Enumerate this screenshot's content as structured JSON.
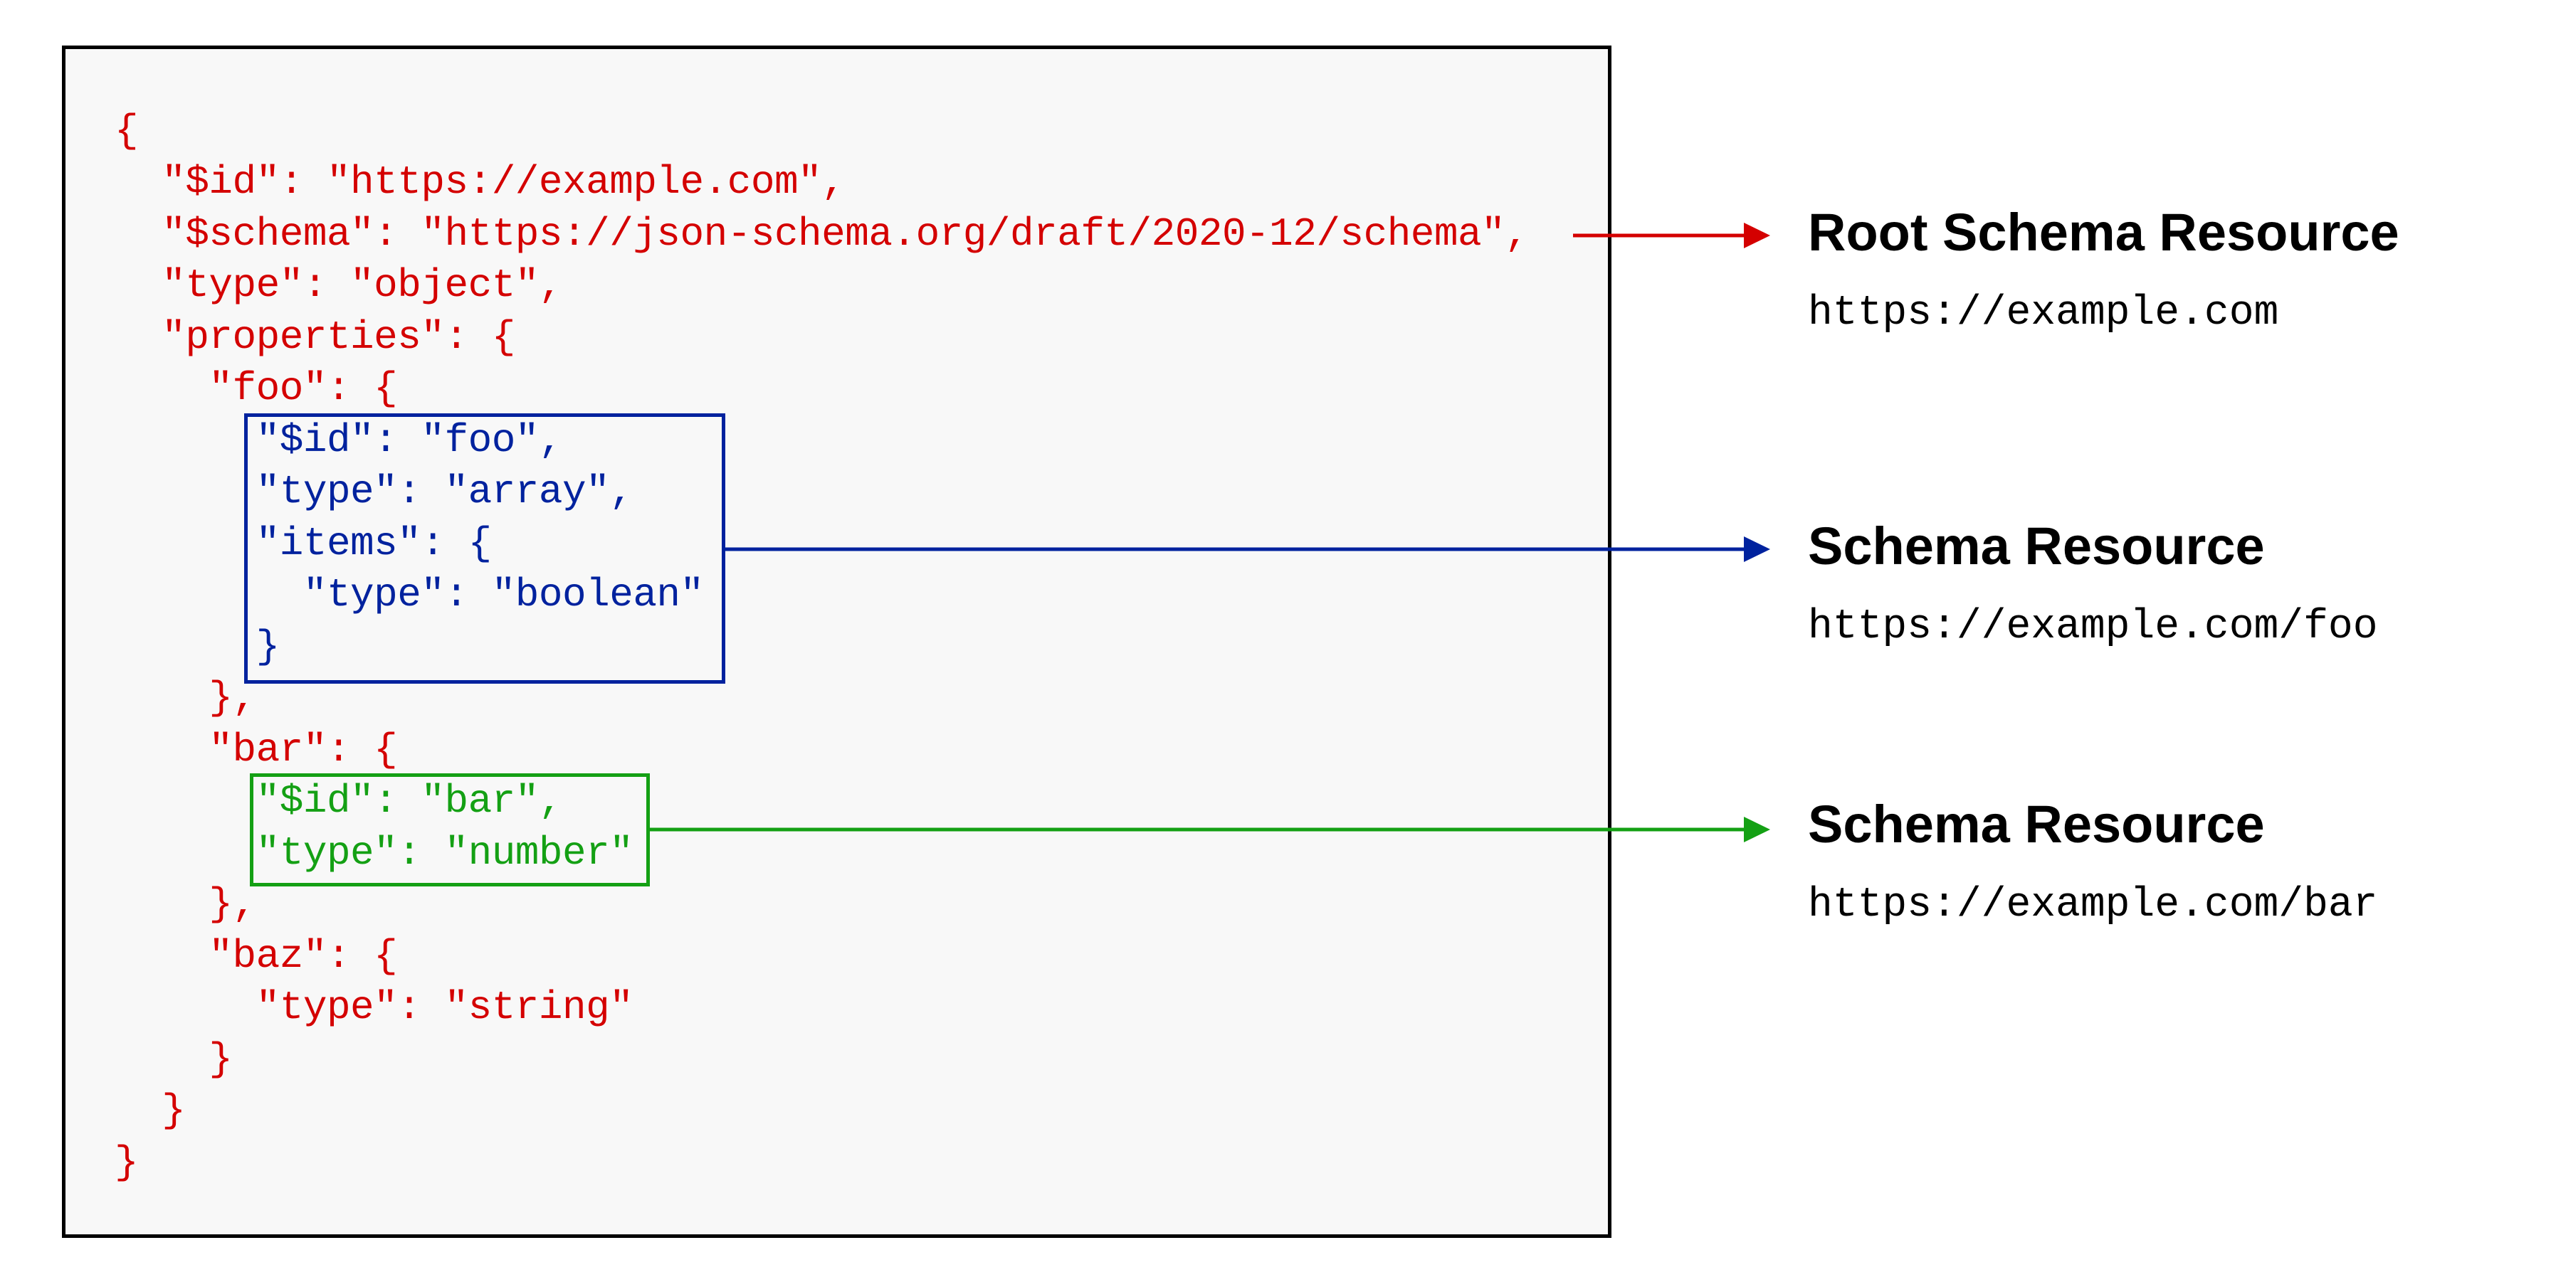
{
  "code_lines": [
    "{",
    "  \"$id\": \"https://example.com\",",
    "  \"$schema\": \"https://json-schema.org/draft/2020-12/schema\",",
    "  \"type\": \"object\",",
    "  \"properties\": {",
    "    \"foo\": {",
    "      \"$id\": \"foo\",",
    "      \"type\": \"array\",",
    "      \"items\": {",
    "        \"type\": \"boolean\"",
    "      }",
    "    },",
    "    \"bar\": {",
    "      \"$id\": \"bar\",",
    "      \"type\": \"number\"",
    "    },",
    "    \"baz\": {",
    "      \"type\": \"string\"",
    "    }",
    "  }",
    "}"
  ],
  "resources": [
    {
      "title": "Root Schema Resource",
      "url": "https://example.com",
      "color": "#d40000"
    },
    {
      "title": "Schema Resource",
      "url": "https://example.com/foo",
      "color": "#00229e"
    },
    {
      "title": "Schema Resource",
      "url": "https://example.com/bar",
      "color": "#14a014"
    }
  ]
}
